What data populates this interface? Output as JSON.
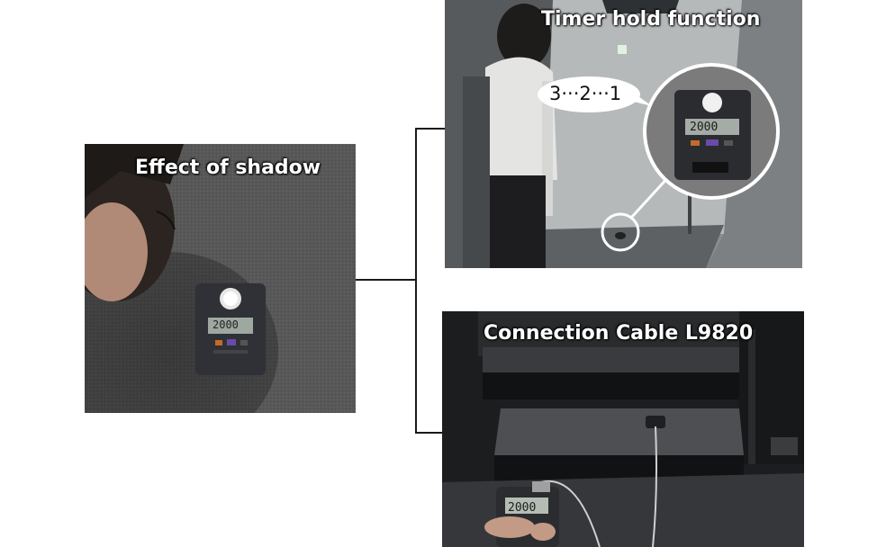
{
  "panels": {
    "shadow": {
      "caption": "Effect of shadow",
      "meter_reading": "2000"
    },
    "timer": {
      "caption": "Timer hold function",
      "countdown": "3···2···1",
      "meter_reading": "2000"
    },
    "cable": {
      "caption": "Connection Cable L9820",
      "meter_reading": "2000"
    }
  }
}
